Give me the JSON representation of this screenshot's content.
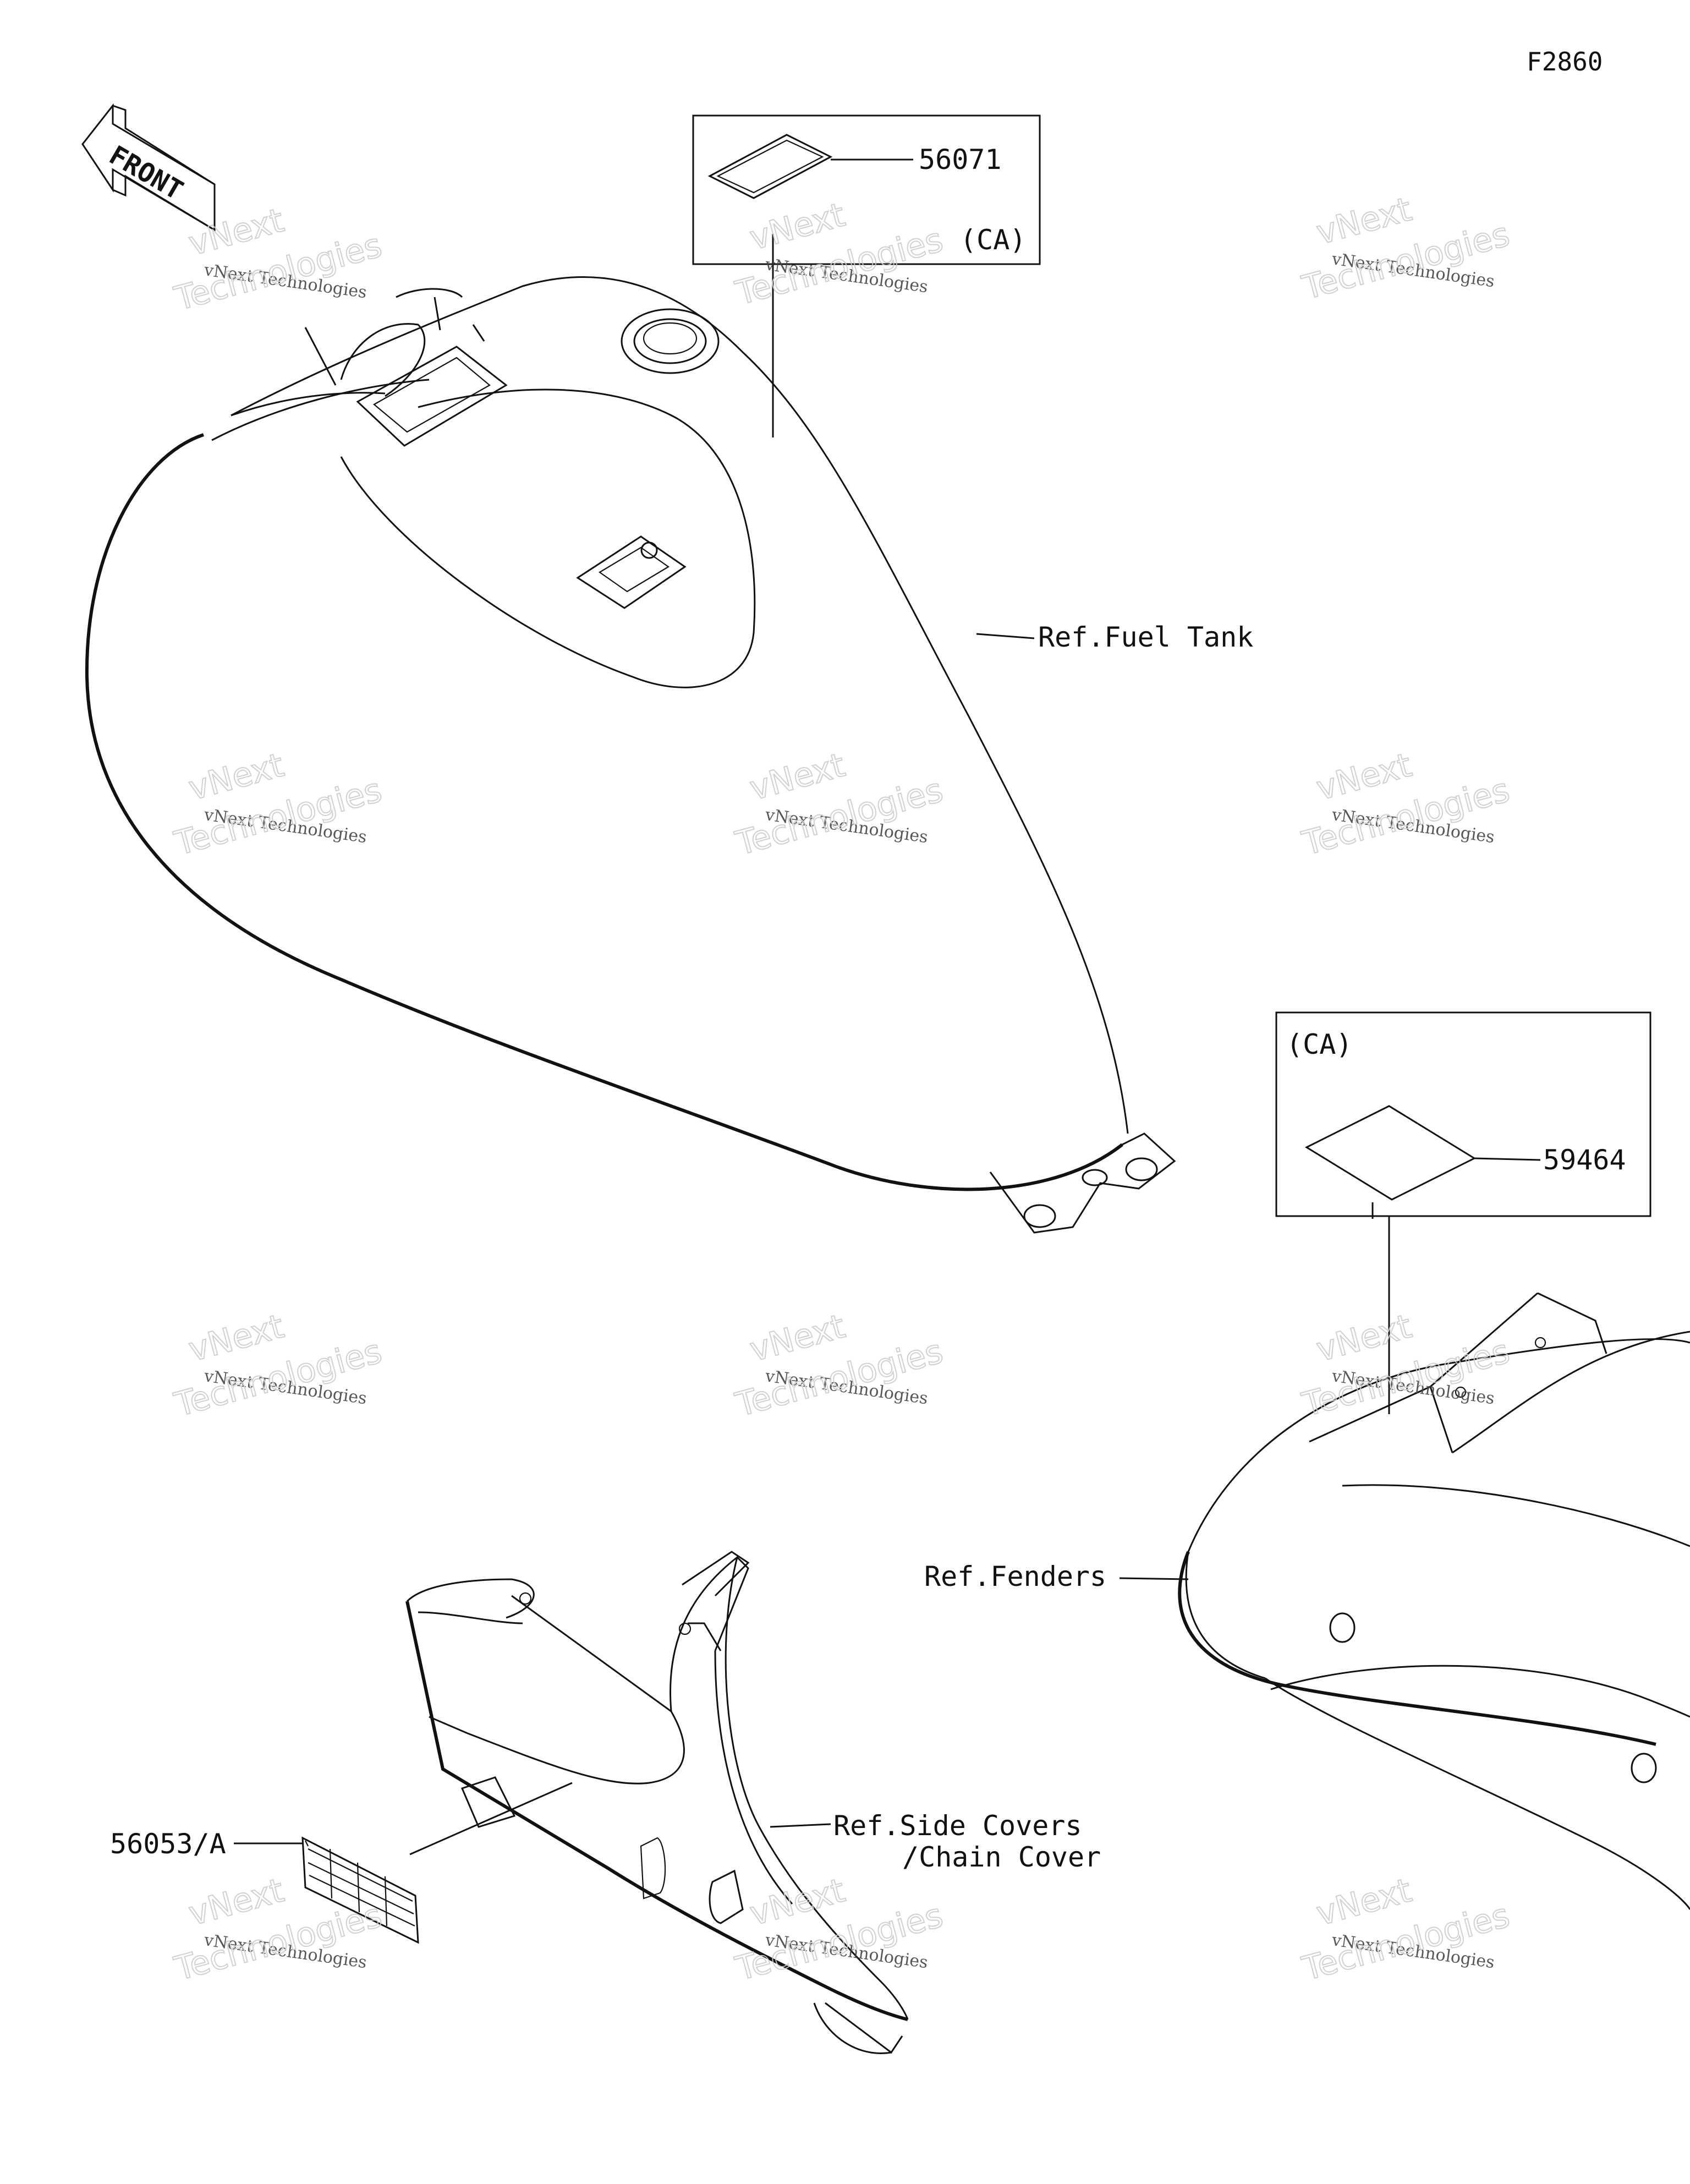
{
  "figure_id": "F2860",
  "front_arrow_label": "FRONT",
  "parts": {
    "decal_fuel_tank": {
      "number": "56071",
      "note": "(CA)"
    },
    "decal_fender": {
      "number": "59464",
      "note": "(CA)"
    },
    "label_side_cover": {
      "number": "56053/A"
    }
  },
  "references": {
    "fuel_tank": "Ref.Fuel Tank",
    "fenders": "Ref.Fenders",
    "side_covers_line1": "Ref.Side Covers",
    "side_covers_line2": "/Chain Cover"
  },
  "watermark": {
    "line1": "vNext Technologies",
    "line2": "vNext",
    "line3": "Technologies"
  },
  "icons": [
    "front-arrow-icon"
  ]
}
